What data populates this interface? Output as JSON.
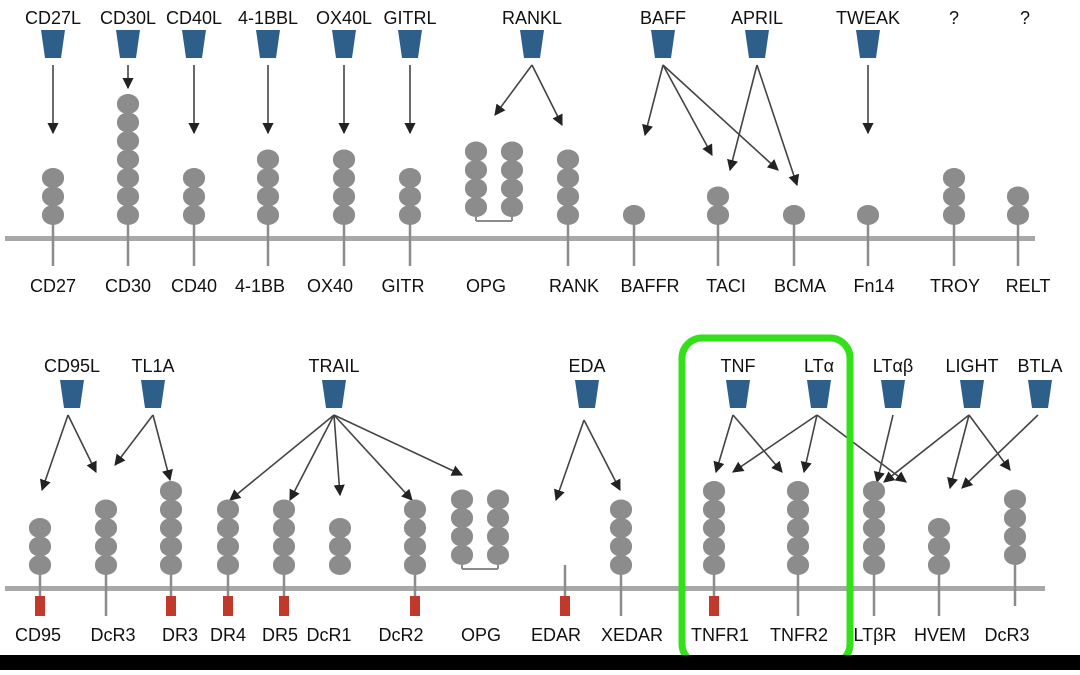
{
  "top_row": {
    "ligands": [
      "CD27L",
      "CD30L",
      "CD40L",
      "4-1BBL",
      "OX40L",
      "GITRL",
      "RANKL",
      "BAFF",
      "APRIL",
      "TWEAK",
      "?",
      "?"
    ],
    "receptors": [
      "CD27",
      "CD30",
      "CD40",
      "4-1BB",
      "OX40",
      "GITR",
      "OPG",
      "RANK",
      "BAFFR",
      "TACI",
      "BCMA",
      "Fn14",
      "TROY",
      "RELT"
    ]
  },
  "bottom_row": {
    "ligands": [
      "CD95L",
      "TL1A",
      "TRAIL",
      "EDA",
      "TNF",
      "LTα",
      "LTαβ",
      "LIGHT",
      "BTLA"
    ],
    "receptors": [
      "CD95",
      "DcR3",
      "DR3",
      "DR4",
      "DR5",
      "DcR1",
      "DcR2",
      "OPG",
      "EDAR",
      "XEDAR",
      "TNFR1",
      "TNFR2",
      "LTβR",
      "HVEM",
      "DcR3"
    ]
  },
  "colors": {
    "ligand": "#2e5f8a",
    "domain": "#8c8c8c",
    "death_domain": "#c0392b",
    "membrane": "#a8a8a8",
    "arrow": "#555555",
    "highlight": "#33e01a",
    "footer": "#000000"
  }
}
